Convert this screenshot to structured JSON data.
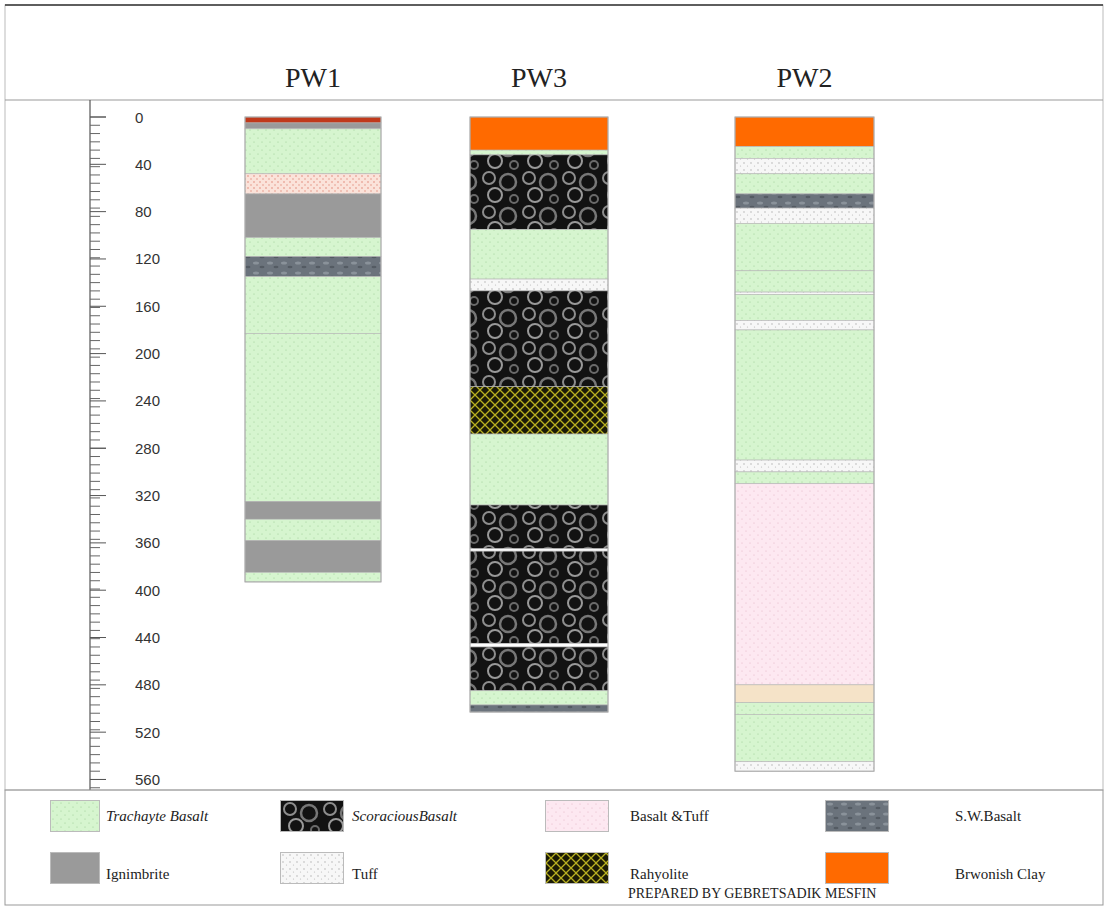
{
  "diagram": {
    "nodes": [
      {
        "text": [
          "PW1"
        ]
      },
      {
        "text": [
          "PW3"
        ]
      },
      {
        "text": [
          "PW2"
        ]
      }
    ],
    "labels": [
      "0",
      "40",
      "80",
      "120",
      "160",
      "200",
      "240",
      "280",
      "320",
      "360",
      "400",
      "440",
      "480",
      "520",
      "560",
      "PREPARED BY GEBRETSADIK MESFIN"
    ],
    "legend": [
      {
        "text": "Trachayte Basalt",
        "color": "#d6f5cf"
      },
      {
        "text": "ScoraciousBasalt",
        "color": "#121212"
      },
      {
        "text": "Basalt &Tuff",
        "color": "#fde8f1"
      },
      {
        "text": "S.W.Basalt",
        "color": "#6b737c"
      },
      {
        "text": "Ignimbrite",
        "color": "#9a9a9a"
      },
      {
        "text": "Tuff",
        "color": "#f7f7f7"
      },
      {
        "text": "Rahyolite",
        "color": "#1b1b06"
      },
      {
        "text": "Brwonish Clay",
        "color": "#ff6a00"
      }
    ]
  }
}
